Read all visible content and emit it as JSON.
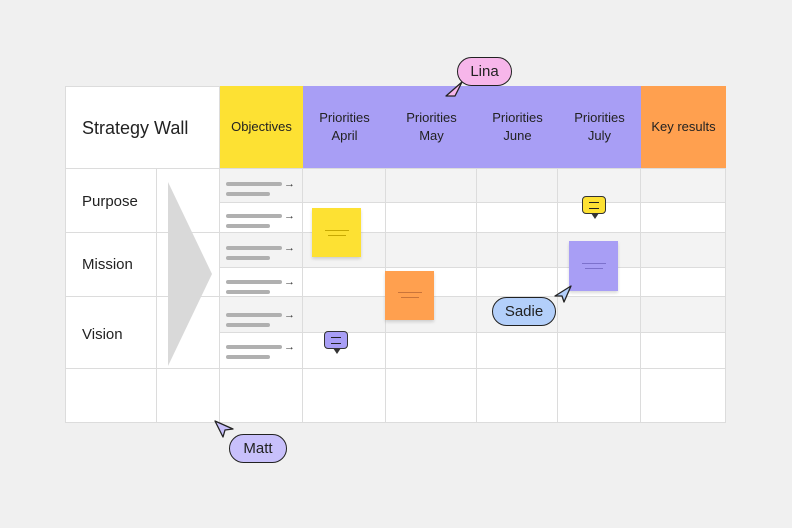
{
  "board": {
    "title": "Strategy Wall",
    "headers": [
      {
        "label": "Objectives",
        "color": "#fde133"
      },
      {
        "label": "Priorities\nApril",
        "color": "#a89ef5"
      },
      {
        "label": "Priorities\nMay",
        "color": "#a89ef5"
      },
      {
        "label": "Priorities\nJune",
        "color": "#a89ef5"
      },
      {
        "label": "Priorities\nJuly",
        "color": "#a89ef5"
      },
      {
        "label": "Key results",
        "color": "#ffa04f"
      }
    ],
    "rows": [
      "Purpose",
      "Mission",
      "Vision"
    ]
  },
  "notes": {
    "yellow": "#fde133",
    "orange": "#ffa04f",
    "purple": "#a89ef5"
  },
  "collaborators": {
    "lina": {
      "name": "Lina",
      "color": "#f7b6ea"
    },
    "sadie": {
      "name": "Sadie",
      "color": "#b3cffa"
    },
    "matt": {
      "name": "Matt",
      "color": "#c8c0fb"
    }
  }
}
